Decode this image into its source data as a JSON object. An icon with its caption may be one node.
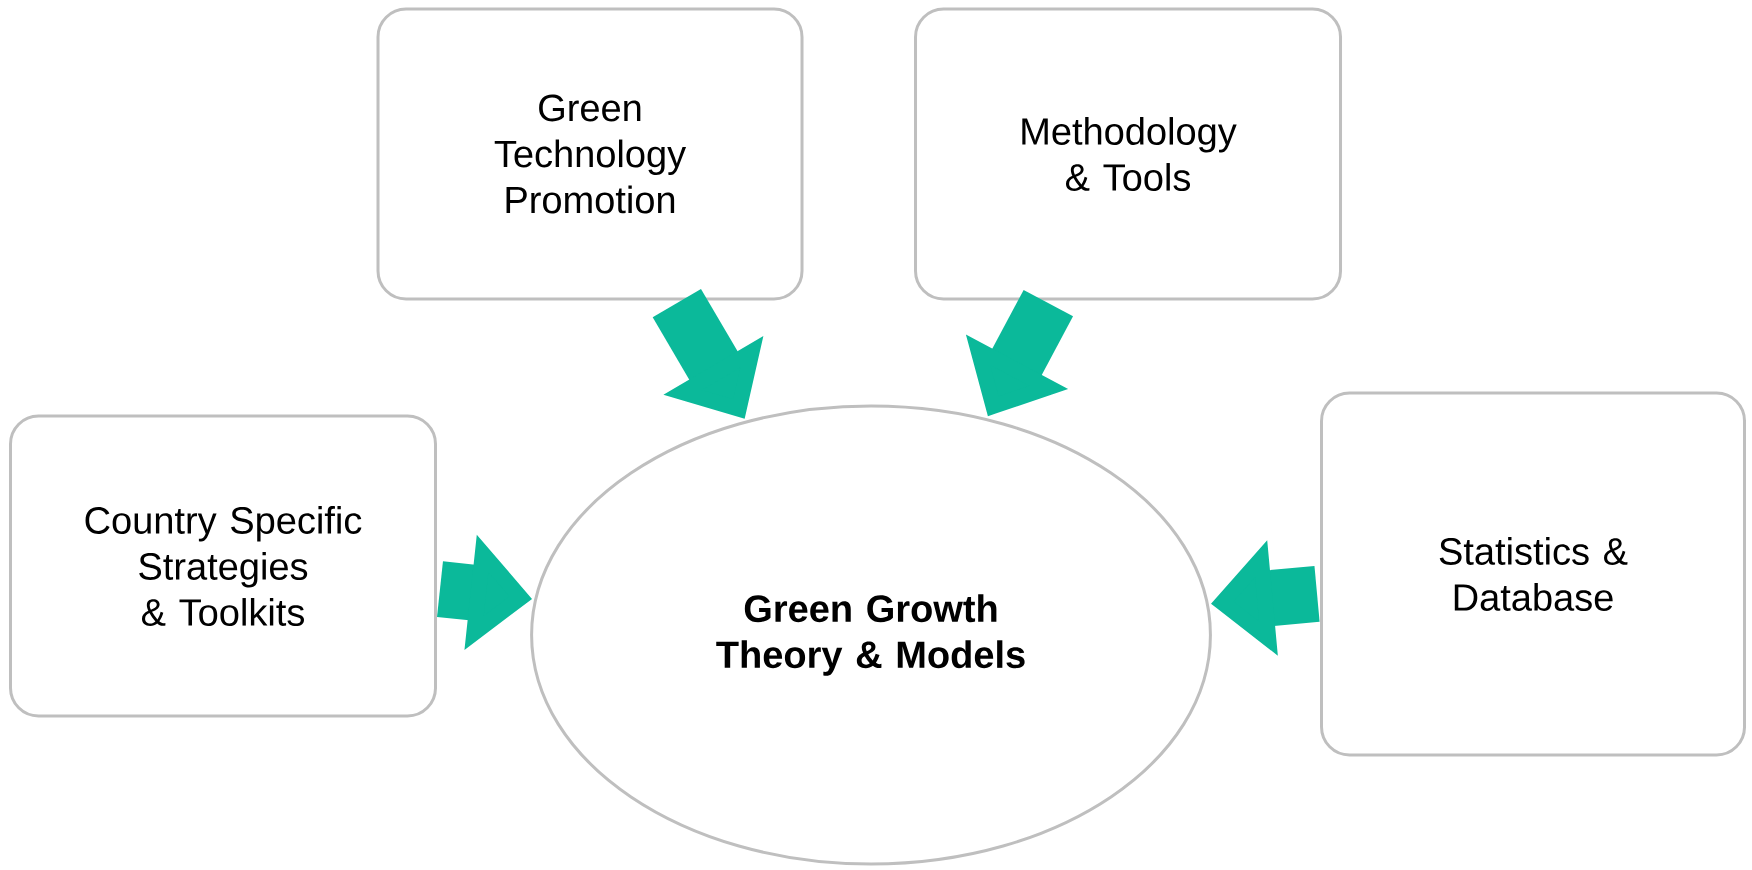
{
  "diagram": {
    "nodes": [
      {
        "text": [
          "Green Technology Promotion"
        ]
      },
      {
        "text": [
          "Methodology & Tools"
        ]
      },
      {
        "text": [
          "Country Specific Strategies & Toolkits"
        ]
      },
      {
        "text": [
          "Green Growth Theory & Models"
        ]
      },
      {
        "text": [
          "Statistics & Database"
        ]
      }
    ],
    "edges": [
      {
        "from": 0,
        "to": 3,
        "arrow": "to"
      },
      {
        "from": 1,
        "to": 3,
        "arrow": "to"
      },
      {
        "from": 2,
        "to": 3,
        "arrow": "to"
      },
      {
        "from": 4,
        "to": 3,
        "arrow": "to"
      }
    ]
  }
}
